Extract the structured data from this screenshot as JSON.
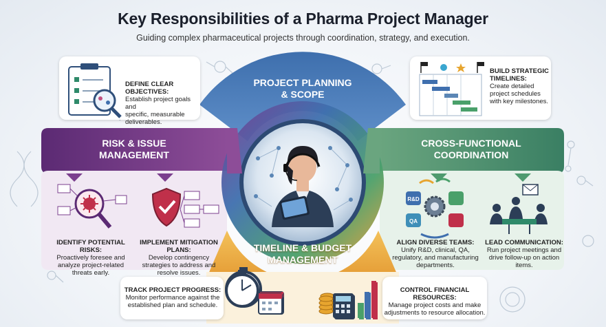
{
  "header": {
    "title": "Key Responsibilities of a Pharma Project Manager",
    "subtitle": "Guiding complex pharmaceutical projects through coordination, strategy, and execution."
  },
  "segments": {
    "planning": {
      "line1": "PROJECT PLANNING",
      "line2": "& SCOPE"
    },
    "risk": {
      "line1": "RISK & ISSUE",
      "line2": "MANAGEMENT"
    },
    "coordination": {
      "line1": "CROSS-FUNCTIONAL",
      "line2": "COORDINATION"
    },
    "timeline": {
      "line1": "TIMELINE & BUDGET",
      "line2": "MANAGEMENT"
    }
  },
  "items": {
    "objectives": {
      "title": "DEFINE CLEAR OBJECTIVES:",
      "lines": [
        "Establish project goals and",
        "specific, measurable",
        "deliverables."
      ]
    },
    "timelines": {
      "title": "BUILD STRATEGIC TIMELINES:",
      "lines": [
        "Create detailed",
        "project schedules",
        "with key milestones."
      ]
    },
    "risks": {
      "title": "IDENTIFY POTENTIAL RISKS:",
      "lines": [
        "Proactively foresee and",
        "analyze project-related",
        "threats early."
      ]
    },
    "mitigation": {
      "title": "IMPLEMENT MITIGATION PLANS:",
      "lines": [
        "Develop contingency",
        "strategies to address and",
        "resolve issues."
      ]
    },
    "teams": {
      "title": "ALIGN DIVERSE TEAMS:",
      "lines": [
        "Unify R&D, clinical, QA,",
        "regulatory, and manufacturing",
        "departments."
      ]
    },
    "communication": {
      "title": "LEAD COMMUNICATION:",
      "lines": [
        "Run project meetings and",
        "drive follow-up on action",
        "items."
      ]
    },
    "progress": {
      "title": "TRACK PROJECT PROGRESS:",
      "lines": [
        "Monitor performance against the",
        "established plan and schedule."
      ]
    },
    "financial": {
      "title": "CONTROL FINANCIAL RESOURCES:",
      "lines": [
        "Manage project costs and make",
        "adjustments to resource allocation."
      ]
    }
  },
  "team_badges": [
    "R&D",
    "QA"
  ],
  "icons": {
    "objectives": "clipboard-checklist-icon",
    "timelines": "gantt-chart-icon",
    "risks": "virus-magnifier-icon",
    "mitigation": "shield-check-icon",
    "teams": "team-gears-icon",
    "communication": "meeting-icon",
    "progress": "stopwatch-calendar-icon",
    "financial": "calculator-coins-icon",
    "center": "project-manager-tablet-icon"
  },
  "colors": {
    "planning": "#3d6fae",
    "risk": "#7b3f8e",
    "coordination": "#4f9a6f",
    "timeline": "#e8a53a",
    "text_dark": "#1a1f2b"
  }
}
